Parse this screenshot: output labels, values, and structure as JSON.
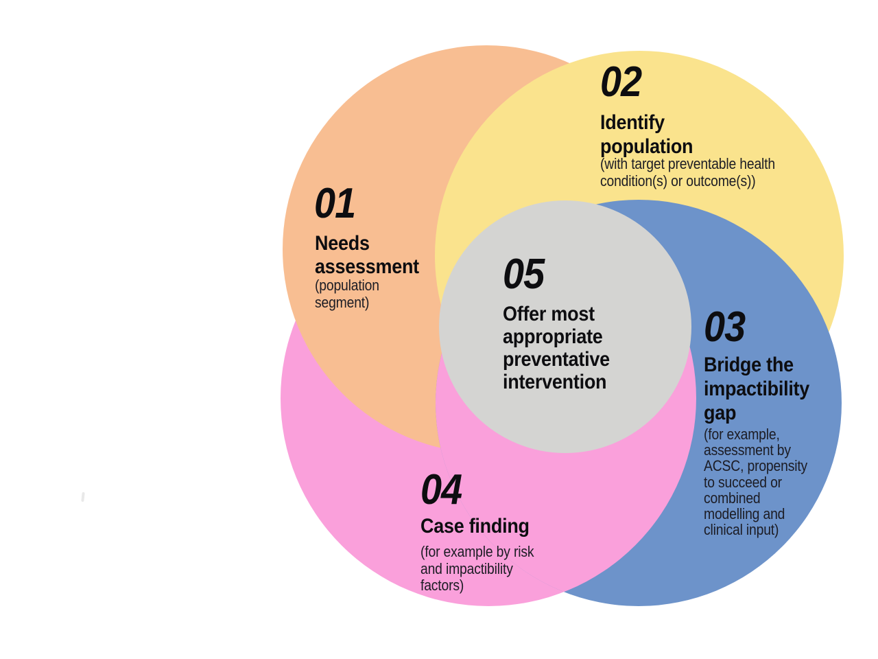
{
  "diagram": {
    "background_color": "#FFFFFF",
    "heading_text_color": "#0D0D10",
    "note_text_color": "#1C1C24",
    "steps": [
      {
        "id": "01",
        "number": "01",
        "title_lines": [
          "Needs",
          "assessment"
        ],
        "note_lines": [
          "(population",
          "segment)"
        ],
        "circle_color": "#F8BE92"
      },
      {
        "id": "02",
        "number": "02",
        "title_lines": [
          "Identify",
          "population"
        ],
        "note_lines": [
          "(with target preventable health",
          "condition(s) or outcome(s))"
        ],
        "circle_color": "#FAE38D"
      },
      {
        "id": "03",
        "number": "03",
        "title_lines": [
          "Bridge the",
          "impactibility",
          "gap"
        ],
        "note_lines": [
          "(for example,",
          "assessment by",
          "ACSC, propensity",
          "to succeed or",
          "combined",
          "modelling and",
          "clinical input)"
        ],
        "circle_color": "#6D93CA"
      },
      {
        "id": "04",
        "number": "04",
        "title_lines": [
          "Case finding"
        ],
        "note_lines": [
          "(for example by risk",
          "and impactibility",
          "factors)"
        ],
        "circle_color": "#FAA0DB"
      },
      {
        "id": "05",
        "number": "05",
        "title_lines": [
          "Offer most",
          "appropriate",
          "preventative",
          "intervention"
        ],
        "note_lines": [],
        "circle_color": "#D4D4D2"
      }
    ]
  }
}
